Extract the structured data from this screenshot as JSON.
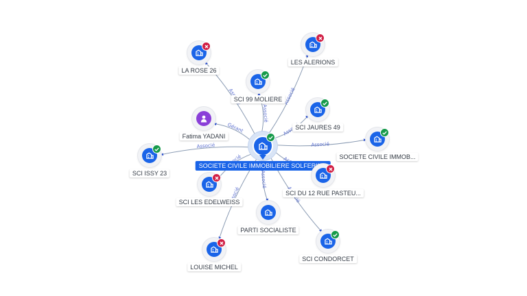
{
  "colors": {
    "company": "#1a64e8",
    "person": "#8a3fd8",
    "active": "#169a4a",
    "inactive": "#d11f45",
    "edge": "#8a9bb3",
    "edge_label": "#5b6fd0"
  },
  "center": {
    "label": "SOCIETE CIVILE IMMOBILIERE SOLFERINO",
    "icon": "building-icon",
    "status": "active"
  },
  "nodes": [
    {
      "id": "la-rose-26",
      "label": "LA ROSE 26",
      "icon": "building-icon",
      "status": "inactive"
    },
    {
      "id": "les-alerions",
      "label": "LES ALERIONS",
      "icon": "building-icon",
      "status": "inactive"
    },
    {
      "id": "sci-99-moliere",
      "label": "SCI 99 MOLIERE",
      "icon": "building-icon",
      "status": "active"
    },
    {
      "id": "fatima-yadani",
      "label": "Fatima YADANI",
      "icon": "person-icon",
      "status": ""
    },
    {
      "id": "sci-jaures-49",
      "label": "SCI JAURES 49",
      "icon": "building-icon",
      "status": "active"
    },
    {
      "id": "sci-issy-23",
      "label": "SCI ISSY 23",
      "icon": "building-icon",
      "status": "active"
    },
    {
      "id": "societe-civile-immob",
      "label": "SOCIETE CIVILE IMMOB...",
      "icon": "building-icon",
      "status": "active"
    },
    {
      "id": "sci-les-edelweiss",
      "label": "SCI LES EDELWEISS",
      "icon": "building-icon",
      "status": "inactive"
    },
    {
      "id": "sci-du-12-rue-pasteu",
      "label": "SCI DU 12 RUE PASTEU...",
      "icon": "building-icon",
      "status": "inactive"
    },
    {
      "id": "parti-socialiste",
      "label": "PARTI SOCIALISTE",
      "icon": "building-icon",
      "status": ""
    },
    {
      "id": "sci-condorcet",
      "label": "SCI CONDORCET",
      "icon": "building-icon",
      "status": "active"
    },
    {
      "id": "louise-michel",
      "label": "LOUISE MICHEL",
      "icon": "building-icon",
      "status": "inactive"
    }
  ],
  "edges": [
    {
      "to": "la-rose-26",
      "label": "Associé"
    },
    {
      "to": "les-alerions",
      "label": "Associé"
    },
    {
      "to": "sci-99-moliere",
      "label": "Associé"
    },
    {
      "to": "fatima-yadani",
      "label": "Gérant"
    },
    {
      "to": "sci-jaures-49",
      "label": "Associé"
    },
    {
      "to": "sci-issy-23",
      "label": "Associé"
    },
    {
      "to": "societe-civile-immob",
      "label": "Associé"
    },
    {
      "to": "sci-les-edelweiss",
      "label": "Associé"
    },
    {
      "to": "sci-du-12-rue-pasteu",
      "label": "Associé"
    },
    {
      "to": "parti-socialiste",
      "label": "Associé"
    },
    {
      "to": "sci-condorcet",
      "label": "Associé"
    },
    {
      "to": "louise-michel",
      "label": "Associé"
    }
  ]
}
